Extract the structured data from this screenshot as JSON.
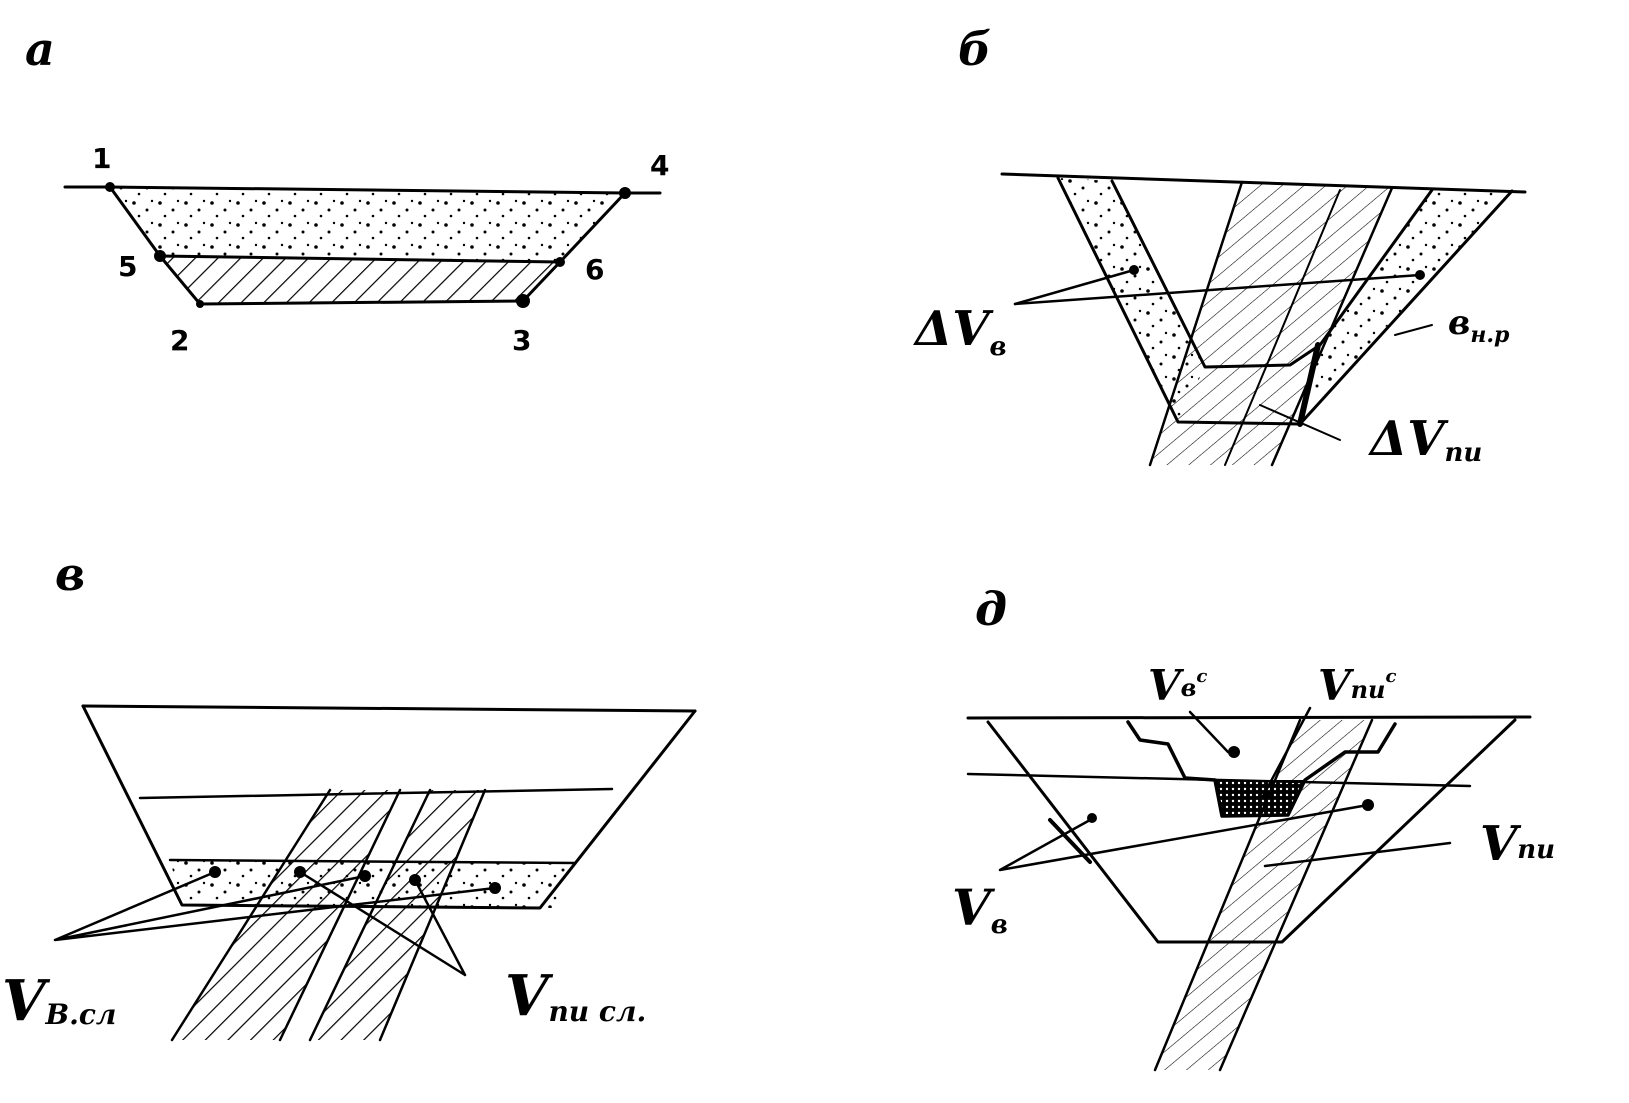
{
  "panels": {
    "a": {
      "letter": "а",
      "points": [
        "1",
        "2",
        "3",
        "4",
        "5",
        "6"
      ]
    },
    "b": {
      "letter": "б",
      "label_dvb_delta": "Δ",
      "label_dvb_v": "V",
      "label_dvb_sub": "в",
      "label_bnr": "в",
      "label_bnr_sub": "н.р",
      "label_dvpi_delta": "Δ",
      "label_dvpi_v": "V",
      "label_dvpi_sub": "пи"
    },
    "v": {
      "letter": "в",
      "label_vsl_v": "V",
      "label_vsl_sub": "В.сл",
      "label_vpisl_v": "V",
      "label_vpisl_sub": "пи сл."
    },
    "d": {
      "letter": "д",
      "label_vvc_v": "V",
      "label_vvc_sub": "в",
      "label_vvc_sup": "с",
      "label_vpic_v": "V",
      "label_vpic_sub": "пи",
      "label_vpic_sup": "с",
      "label_vpi_v": "V",
      "label_vpi_sub": "пи",
      "label_vb_v": "V",
      "label_vb_sub": "в"
    }
  },
  "colors": {
    "ink": "#000000",
    "paper": "#ffffff"
  }
}
